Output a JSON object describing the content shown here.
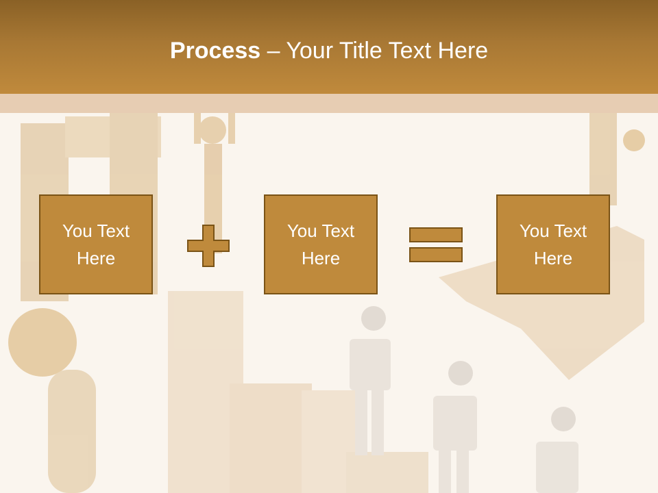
{
  "title": {
    "bold": "Process",
    "rest": " – Your Title Text Here"
  },
  "boxes": [
    {
      "text": "You Text Here"
    },
    {
      "text": "You Text Here"
    },
    {
      "text": "You Text Here"
    }
  ],
  "operators": [
    "plus-icon",
    "equals-icon"
  ],
  "colors": {
    "header": "#a87834",
    "box_fill": "#bf8a3c",
    "box_border": "#7a5316",
    "background": "#faf5ee"
  }
}
